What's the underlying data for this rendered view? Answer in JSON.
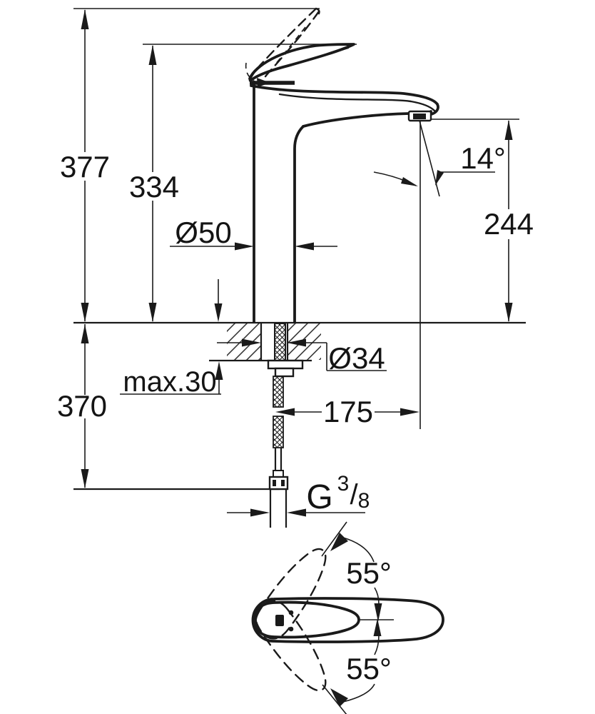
{
  "drawing": {
    "background": "#ffffff",
    "line_color": "#1a1a1a",
    "labels": {
      "overall_height": "377",
      "height_to_handle_tip": "334",
      "body_diameter": "Ø50",
      "spout_stream_angle": "14°",
      "spout_outlet_height": "244",
      "max_deck_thickness": "max.30",
      "mounting_hole_diameter": "Ø34",
      "below_deck_length": "370",
      "spout_reach": "175",
      "thread_g": "G",
      "thread_numerator": "3",
      "thread_slash": "/",
      "thread_denominator": "8",
      "handle_swivel_upper": "55°",
      "handle_swivel_lower": "55°"
    }
  }
}
